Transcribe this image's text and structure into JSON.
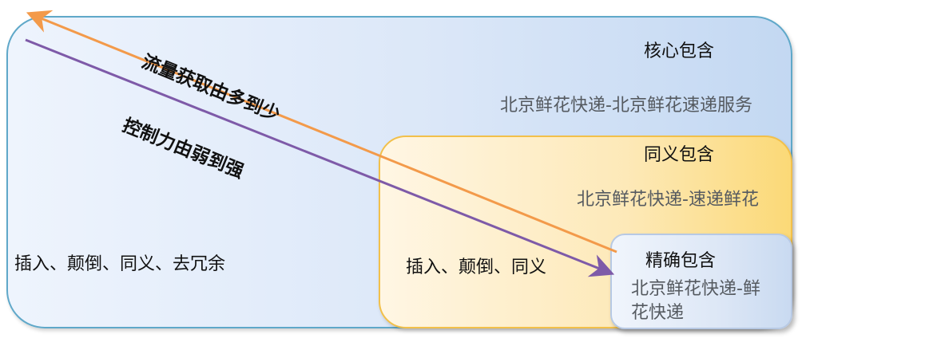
{
  "regions": {
    "core": {
      "title": "核心包含",
      "example": "北京鲜花快递-北京鲜花速递服务",
      "ops": "插入、颠倒、同义、去冗余"
    },
    "synonym": {
      "title": "同义包含",
      "example": "北京鲜花快递-速递鲜花",
      "ops": "插入、颠倒、同义"
    },
    "exact": {
      "title": "精确包含",
      "example_line1": "北京鲜花快递-鲜",
      "example_line2": "花快递"
    }
  },
  "arrows": {
    "traffic": {
      "label": "流量获取由多到少",
      "color": "#f39a4a"
    },
    "control": {
      "label": "控制力由弱到强",
      "color": "#7e5aa8"
    }
  },
  "colors": {
    "core_border": "#5fa8c9",
    "synonym_border": "#f2c04a",
    "exact_border": "#b7c9e4"
  }
}
